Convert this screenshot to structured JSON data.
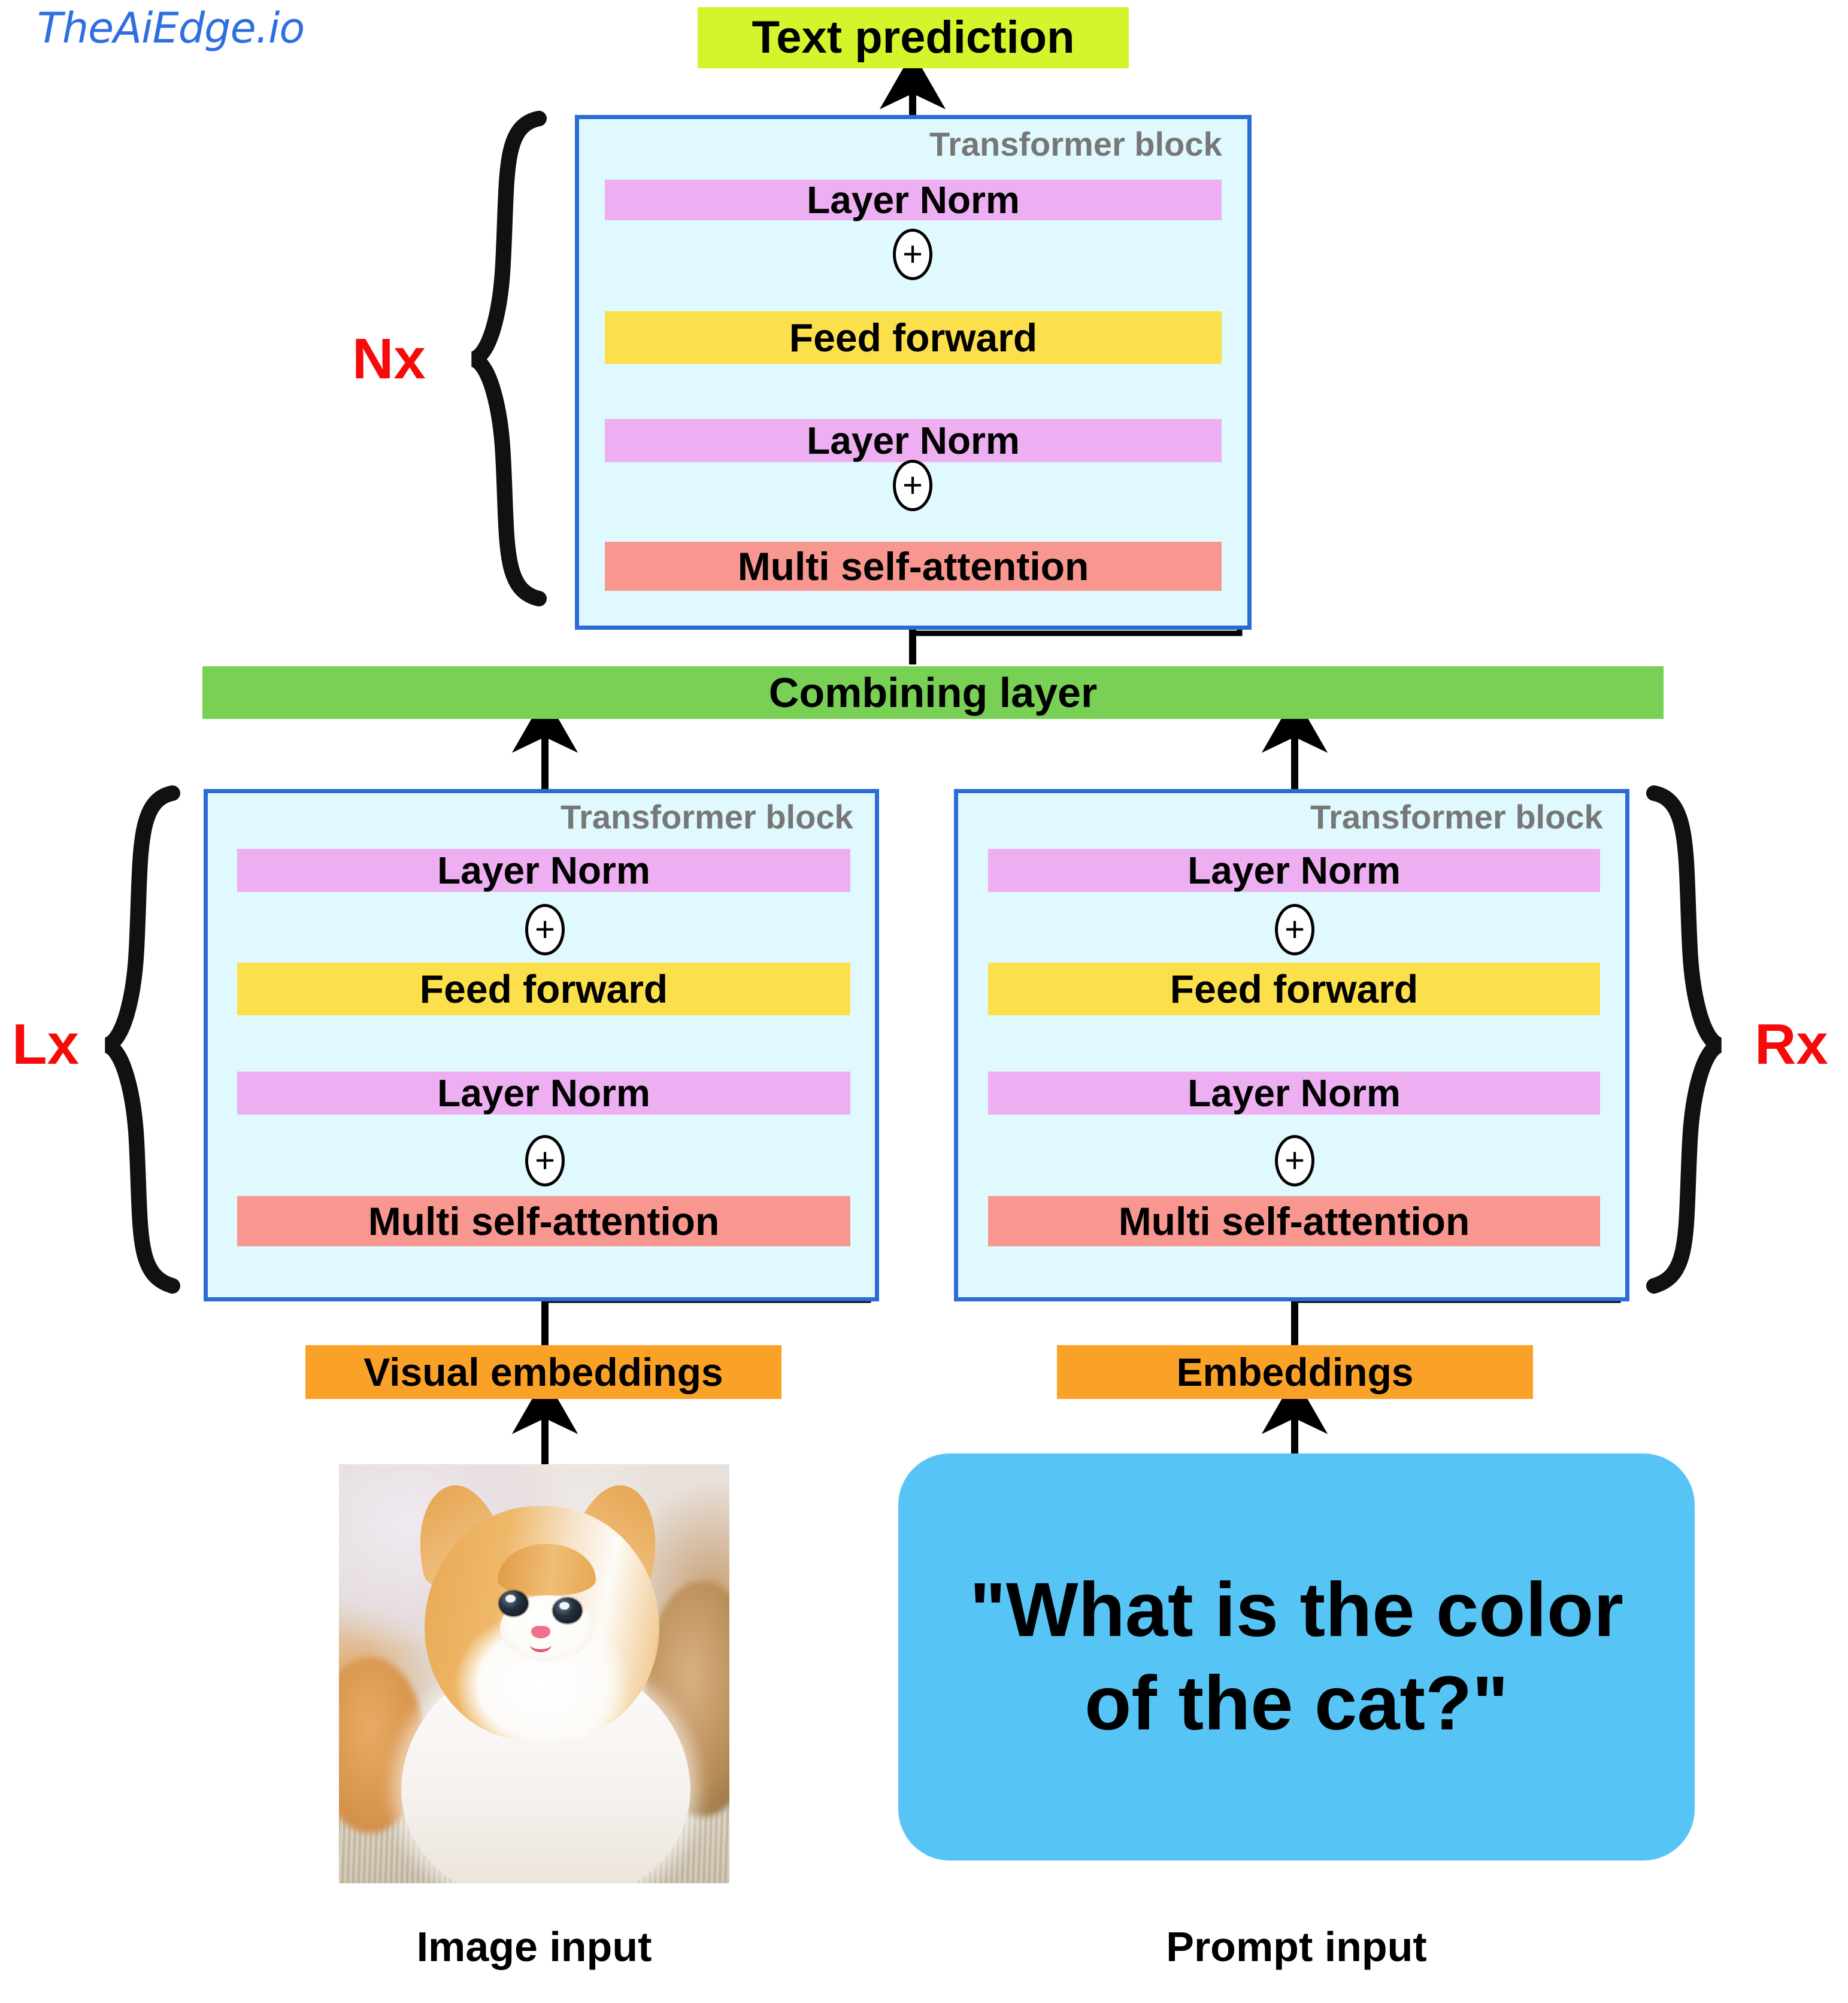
{
  "watermark": "TheAiEdge.io",
  "output": {
    "label": "Text prediction",
    "color": "#D4F52B"
  },
  "combining": {
    "label": "Combining layer",
    "color": "#78D155"
  },
  "block_label": "Transformer block",
  "layers": {
    "layer_norm": "Layer Norm",
    "feed_forward": "Feed forward",
    "attention": "Multi self-attention",
    "add_symbol": "+"
  },
  "colors": {
    "layer_norm": "#EDAFF2",
    "feed_forward": "#FCE04B",
    "attention": "#F79790",
    "embeddings": "#FAA228",
    "block_fill": "#DFF9FE",
    "block_border": "#2B6BD6",
    "prompt": "#56C5F5",
    "repeat_label": "#F60A0A",
    "block_label": "#777777",
    "watermark": "#2E6FE0"
  },
  "decoder": {
    "repeat_label": "Nx",
    "rows": [
      "Layer Norm",
      "Feed forward",
      "Layer Norm",
      "Multi self-attention"
    ]
  },
  "vision_tower": {
    "repeat_label": "Lx",
    "embeddings": "Visual embeddings",
    "caption": "Image input",
    "rows": [
      "Layer Norm",
      "Feed forward",
      "Layer Norm",
      "Multi self-attention"
    ]
  },
  "text_tower": {
    "repeat_label": "Rx",
    "embeddings": "Embeddings",
    "caption": "Prompt input",
    "prompt_text": "\"What is the color of the cat?\"",
    "prompt_line_1": "\"What is the color",
    "prompt_line_2": "of the cat?\"",
    "rows": [
      "Layer Norm",
      "Feed forward",
      "Layer Norm",
      "Multi self-attention"
    ]
  },
  "image_input": {
    "alt": "kitten-photo",
    "description": "orange and white kitten"
  }
}
